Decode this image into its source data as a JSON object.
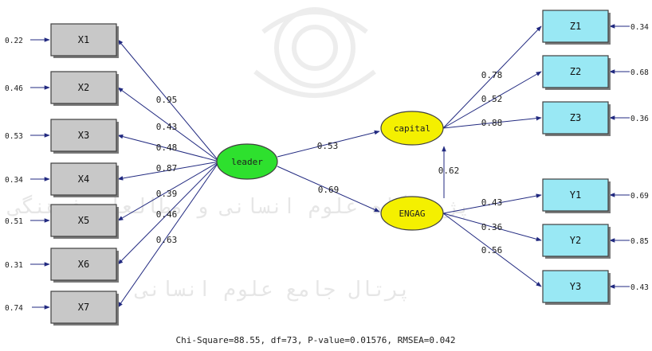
{
  "latent": {
    "leader": "leader",
    "capital": "capital",
    "engag": "ENGAG"
  },
  "observed": {
    "x": [
      "X1",
      "X2",
      "X3",
      "X4",
      "X5",
      "X6",
      "X7"
    ],
    "z": [
      "Z1",
      "Z2",
      "Z3"
    ],
    "y": [
      "Y1",
      "Y2",
      "Y3"
    ]
  },
  "errors": {
    "x": [
      "0.22",
      "0.46",
      "0.53",
      "0.34",
      "0.51",
      "0.31",
      "0.74"
    ],
    "z": [
      "0.34",
      "0.68",
      "0.36"
    ],
    "y": [
      "0.69",
      "0.85",
      "0.43"
    ]
  },
  "loadings": {
    "x": [
      "0.95",
      "0.43",
      "0.48",
      "0.87",
      "0.39",
      "0.46",
      "0.63"
    ],
    "z": [
      "0.78",
      "0.52",
      "0.88"
    ],
    "y": [
      "0.43",
      "0.36",
      "0.56"
    ]
  },
  "paths": {
    "leader_capital": "0.53",
    "leader_engag": "0.69",
    "engag_capital": "0.62"
  },
  "fit": "Chi-Square=88.55, df=73, P-value=0.01576, RMSEA=0.042",
  "colors": {
    "leader": "#2ee02e",
    "capital_engag": "#f4f000",
    "x_box": "#c8c8c8",
    "zy_box": "#99e8f4",
    "arrow": "#222a80"
  }
}
